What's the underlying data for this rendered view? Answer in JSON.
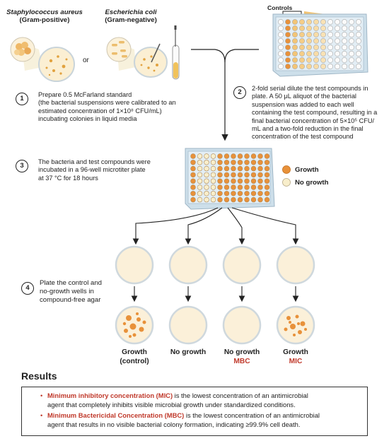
{
  "bacteria": {
    "left_name": "Staphylococcus aureus",
    "left_type": "(Gram-positive)",
    "or_text": "or",
    "right_name": "Escherichia coli",
    "right_type": "(Gram-negative)"
  },
  "controls_label": "Controls",
  "steps": [
    {
      "num": "1",
      "lines": [
        "Prepare 0.5 McFarland standard",
        "(the bacterial suspensions were calibrated to an",
        "estimated concentration of 1×10⁸ CFU/mL)",
        "incubating colonies in liquid media"
      ]
    },
    {
      "num": "2",
      "lines": [
        "2-fold serial dilute the test compounds in",
        "plate. A 50 μL aliquot of the bacterial",
        "suspension was added to each well",
        "containing the test compound, resulting in a",
        "final bacterial concentration of 5×10⁵ CFU/",
        "mL and a two-fold reduction in the final",
        "concentration of the test compound"
      ]
    },
    {
      "num": "3",
      "lines": [
        "The bacteria and test compounds were",
        "incubated in a 96-well microtiter plate",
        "at 37 °C for 18 hours"
      ]
    },
    {
      "num": "4",
      "lines": [
        "Plate the control and",
        "no-growth wells in",
        "compound-free agar"
      ]
    }
  ],
  "legend": {
    "growth": "Growth",
    "no_growth": "No growth",
    "growth_color": "#e8913a",
    "no_growth_color": "#f8eecb"
  },
  "outcomes": [
    {
      "line1": "Growth",
      "line2": "(control)",
      "red": false
    },
    {
      "line1": "No growth",
      "line2": "",
      "red": false
    },
    {
      "line1": "No growth",
      "line2": "MBC",
      "red": true
    },
    {
      "line1": "Growth",
      "line2": "MIC",
      "red": true
    }
  ],
  "results": {
    "heading": "Results",
    "items": [
      {
        "term": "Minimum inhibitory concentration (MIC)",
        "rest1": " is the lowest concentration of an antimicrobial",
        "rest2": "agent that completely inhibits visible microbial growth under standardized conditions."
      },
      {
        "term": "Minimum Bactericidal Concentration (MBC)",
        "rest1": " is the lowest concentration of an antimicrobial",
        "rest2": "agent that results in no visible bacterial colony formation, indicating ≥99.9% cell death."
      }
    ]
  },
  "colors": {
    "accent_red": "#c0392b",
    "orange": "#e8913a",
    "cream": "#f8eecb",
    "plate_blue": "#c9dbe8"
  }
}
